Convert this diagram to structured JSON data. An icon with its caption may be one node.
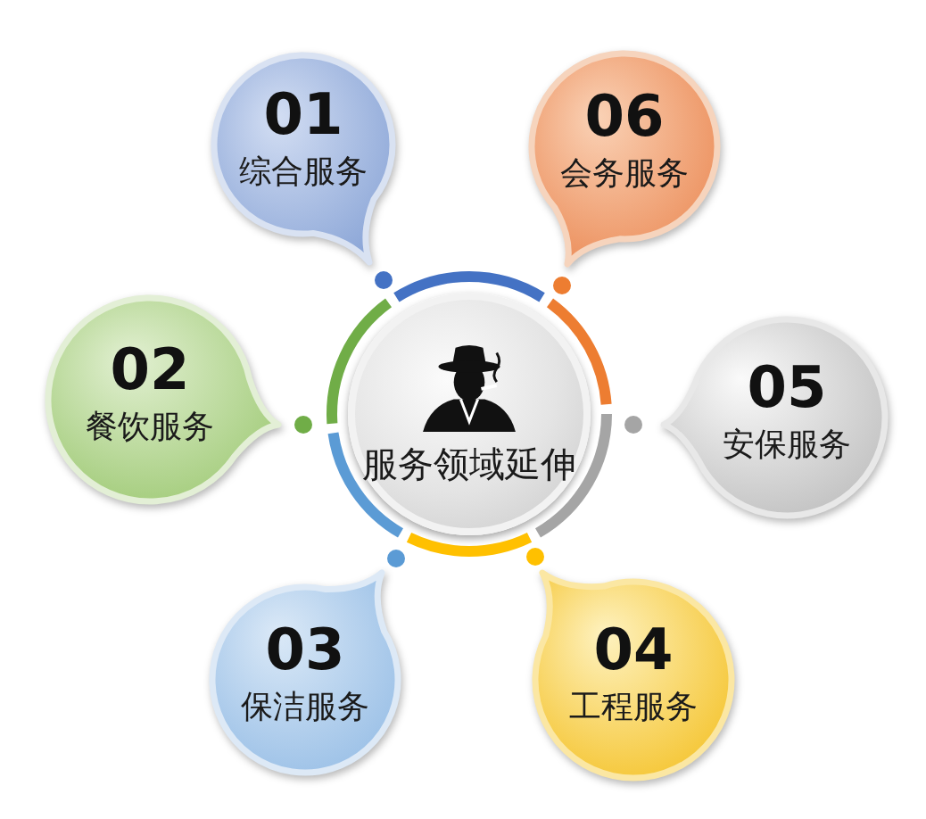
{
  "diagram": {
    "nodes": [
      {
        "text": [
          "01",
          "综合服务"
        ]
      },
      {
        "text": [
          "06",
          "会务服务"
        ]
      },
      {
        "text": [
          "02",
          "餐饮服务"
        ]
      },
      {
        "text": [
          "服务领域延伸"
        ]
      },
      {
        "text": [
          "05",
          "安保服务"
        ]
      },
      {
        "text": [
          "03",
          "保洁服务"
        ]
      },
      {
        "text": [
          "04",
          "工程服务"
        ]
      }
    ]
  }
}
